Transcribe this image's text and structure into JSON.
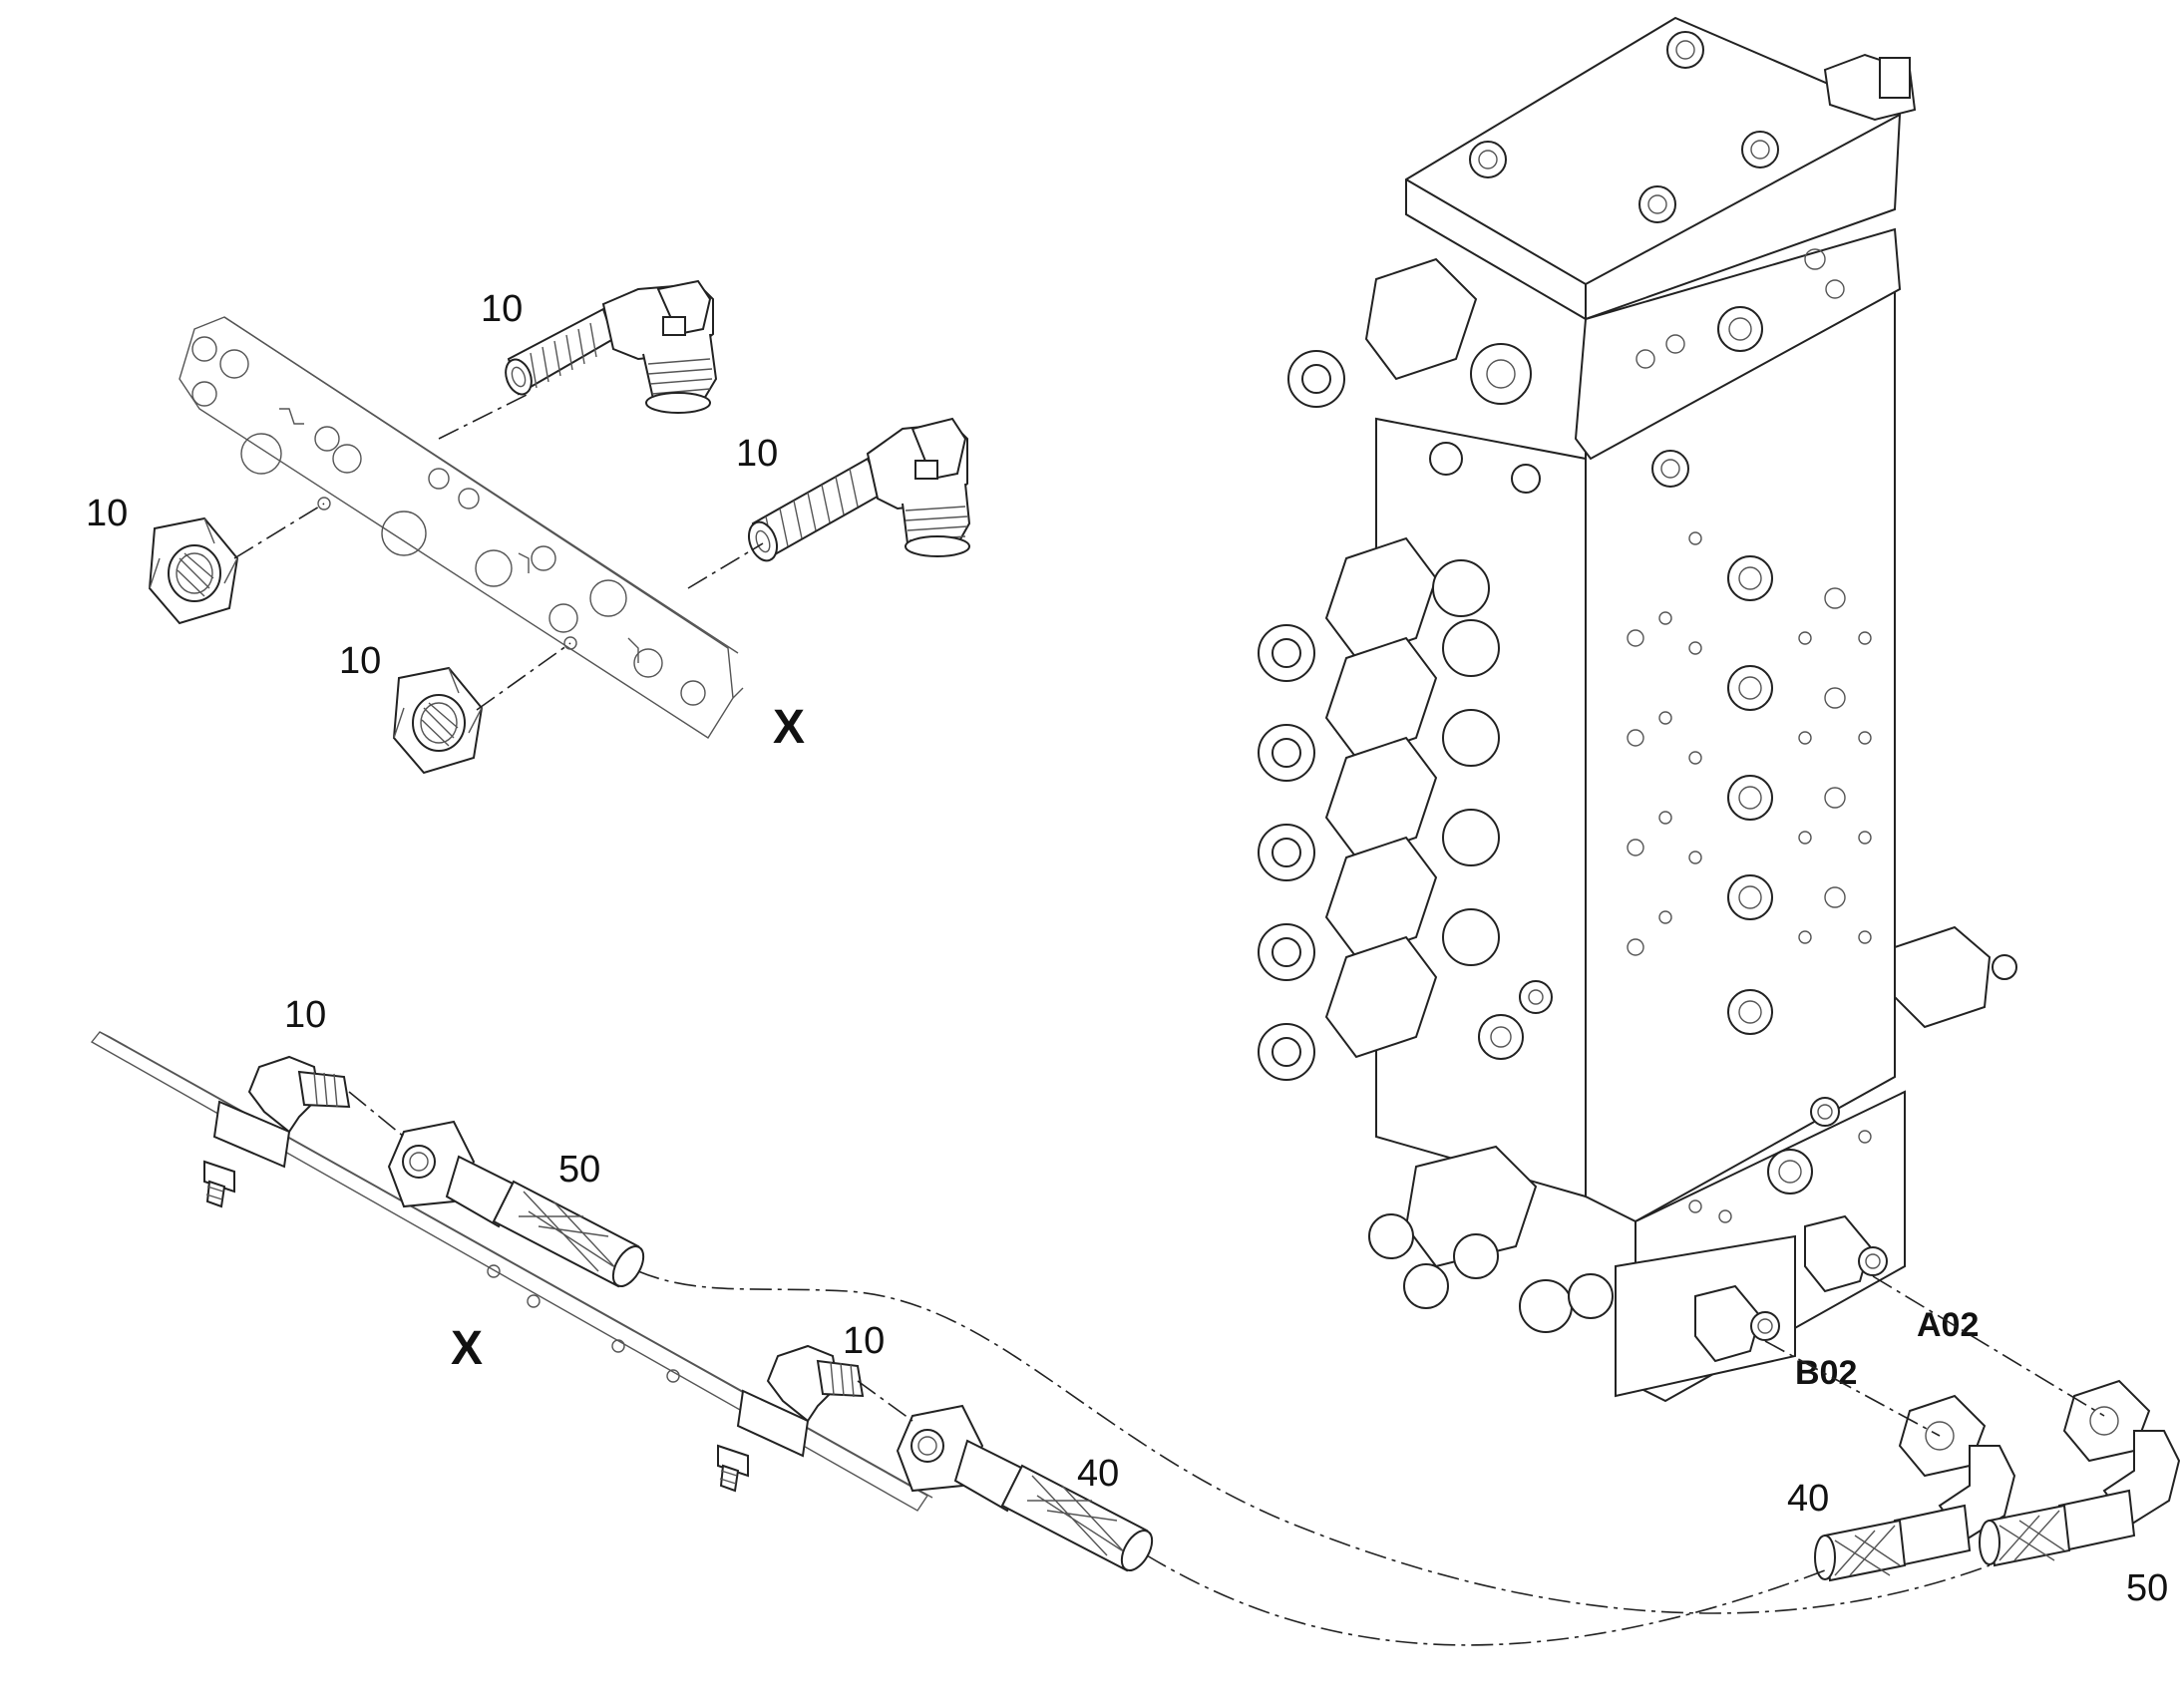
{
  "diagram": {
    "part_labels": {
      "upper_elbow_top": "10",
      "upper_elbow_mid": "10",
      "upper_nut_left": "10",
      "upper_nut_right": "10",
      "lower_elbow_left": "10",
      "lower_elbow_right": "10",
      "lower_hose_50": "50",
      "lower_hose_40": "40",
      "right_hose_40": "40",
      "right_hose_50": "50"
    },
    "view_labels": {
      "upper_view": "X",
      "lower_view": "X"
    },
    "port_labels": {
      "port_a": "A02",
      "port_b": "B02"
    }
  }
}
